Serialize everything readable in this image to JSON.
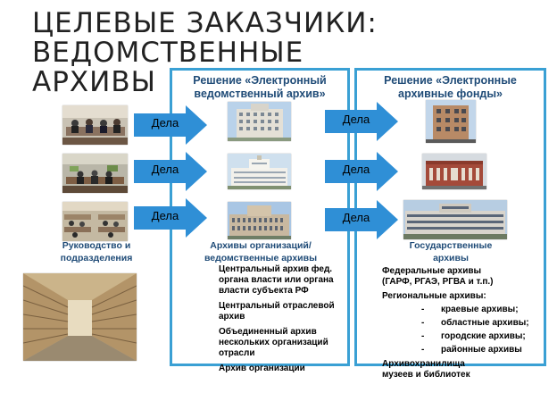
{
  "slide": {
    "title_line1": "ЦЕЛЕВЫЕ ЗАКАЗЧИКИ:",
    "title_line2": "ВЕДОМСТВЕННЫЕ АРХИВЫ"
  },
  "left": {
    "caption_line1": "Руководство и",
    "caption_line2": "подразделения"
  },
  "arrows": {
    "label": "Дела"
  },
  "panel1": {
    "title_line1": "Решение «Электронный",
    "title_line2": "ведомственный архив»",
    "caption_line1": "Архивы организаций/",
    "caption_line2": "ведомственные архивы",
    "items": [
      "Центральный архив фед. органа власти  или органа власти субъекта РФ",
      "Центральный отраслевой архив",
      "Объединенный архив нескольких организаций отрасли",
      "Архив организации"
    ]
  },
  "panel2": {
    "title_line1": "Решение «Электронные",
    "title_line2": "архивные фонды»",
    "caption_line1": "Государственные",
    "caption_line2": "архивы",
    "federal_line1": "Федеральные архивы",
    "federal_line2": "(ГАРФ, РГАЭ, РГВА и т.п.)",
    "regional": "Региональные архивы:",
    "dash": "-",
    "sub_items": [
      "краевые архивы;",
      "областные архивы;",
      "городские архивы;",
      "районные архивы"
    ],
    "storage_line1": "Архивохранилища",
    "storage_line2": "музеев и библиотек"
  },
  "colors": {
    "panel_border": "#3aa0d4",
    "arrow_fill": "#2f8fd6",
    "heading_text": "#1f4b77"
  }
}
